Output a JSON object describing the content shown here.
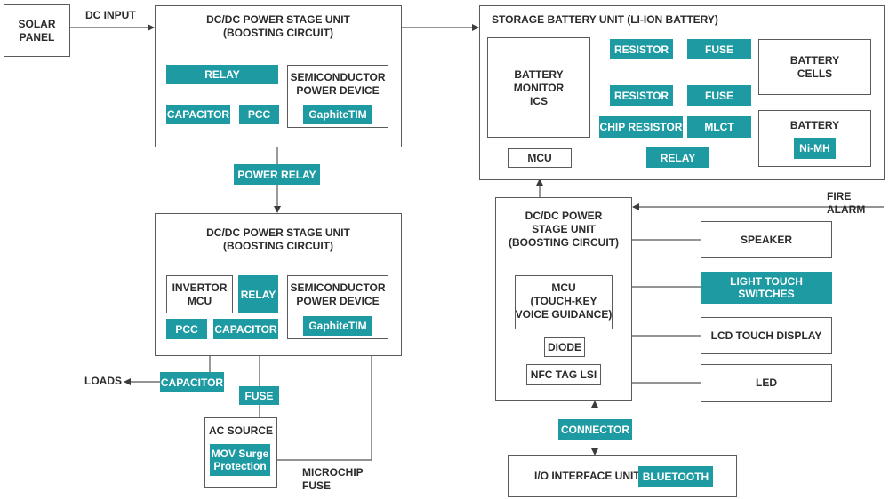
{
  "solar_panel": "SOLAR\nPANEL",
  "dc_input": "DC INPUT",
  "stage1": {
    "title": "DC/DC POWER STAGE UNIT\n(BOOSTING CIRCUIT)",
    "relay": "RELAY",
    "capacitor": "CAPACITOR",
    "pcc": "PCC",
    "semi_title": "SEMICONDUCTOR\nPOWER DEVICE",
    "semi_tag": "GaphiteTIM"
  },
  "power_relay": "POWER RELAY",
  "stage2": {
    "title": "DC/DC POWER STAGE UNIT\n(BOOSTING CIRCUIT)",
    "inverter_mcu": "INVERTOR\nMCU",
    "relay": "RELAY",
    "pcc": "PCC",
    "capacitor": "CAPACITOR",
    "semi_title": "SEMICONDUCTOR\nPOWER DEVICE",
    "semi_tag": "GaphiteTIM"
  },
  "loads": "LOADS",
  "capacitor_out": "CAPACITOR",
  "fuse": "FUSE",
  "ac_source": {
    "title": "AC SOURCE",
    "mov": "MOV Surge\nProtection"
  },
  "microchip_fuse": "MICROCHIP\nFUSE",
  "storage": {
    "title": "STORAGE BATTERY UNIT (LI-ION BATTERY)",
    "monitor": "BATTERY\nMONITOR\nICS",
    "mcu": "MCU",
    "resistor_top": "RESISTOR",
    "resistor_bottom": "RESISTOR",
    "fuse_top": "FUSE",
    "fuse_bottom": "FUSE",
    "chip_resistor": "CHIP RESISTOR",
    "mlct": "MLCT",
    "relay": "RELAY",
    "cells": "BATTERY\nCELLS",
    "battery_title": "BATTERY",
    "nimh": "Ni-MH"
  },
  "fire_alarm": "FIRE ALARM",
  "stage3": {
    "title": "DC/DC POWER\nSTAGE UNIT\n(BOOSTING CIRCUIT)",
    "mcu": "MCU\n(TOUCH-KEY\nVOICE GUIDANCE)",
    "diode": "DIODE",
    "nfc": "NFC TAG LSI"
  },
  "speaker": "SPEAKER",
  "light_touch": "LIGHT TOUCH SWITCHES",
  "lcd": "LCD TOUCH DISPLAY",
  "led": "LED",
  "connector": "CONNECTOR",
  "io_unit": {
    "title": "I/O INTERFACE UNIT",
    "bluetooth": "BLUETOOTH"
  },
  "colors": {
    "accent": "#1e9aa3",
    "line": "#5a5a5a",
    "text": "#2b2b2b"
  }
}
